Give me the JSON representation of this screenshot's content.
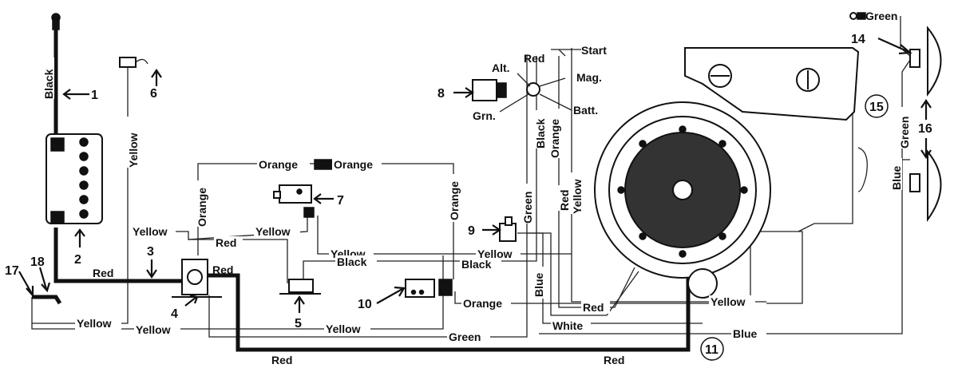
{
  "wire_labels": {
    "black_battery": "Black",
    "yellow_6": "Yellow",
    "orange_left": "Orange",
    "orange_top_1": "Orange",
    "orange_top_2": "Orange",
    "orange_right": "Orange",
    "yellow_7_left": "Yellow",
    "yellow_7_right": "Yellow",
    "red_4_top": "Red",
    "red_4_right": "Red",
    "red_3": "Red",
    "yellow_9": "Yellow",
    "yellow_9_b": "Yellow",
    "black_5": "Black",
    "black_10": "Black",
    "yellow_18": "Yellow",
    "yellow_bottom_1": "Yellow",
    "yellow_bottom_2": "Yellow",
    "green_bottom": "Green",
    "red_bottom_left": "Red",
    "red_bottom_right": "Red",
    "orange_10": "Orange",
    "blue_9": "Blue",
    "white_9": "White",
    "red_engine": "Red",
    "yellow_engine": "Yellow",
    "blue_bottom": "Blue",
    "green_8": "Green",
    "black_8": "Black",
    "orange_8": "Orange",
    "red_8": "Red",
    "yellow_8": "Yellow",
    "blue_lights": "Blue",
    "green_lights": "Green",
    "green_top": "Green"
  },
  "switch_labels": {
    "red": "Red",
    "start": "Start",
    "alt": "Alt.",
    "mag": "Mag.",
    "grn": "Grn.",
    "batt": "Batt."
  },
  "callouts": {
    "c1": "1",
    "c2": "2",
    "c3": "3",
    "c4": "4",
    "c5": "5",
    "c6": "6",
    "c7": "7",
    "c8": "8",
    "c9": "9",
    "c10": "10",
    "c11": "11",
    "c14": "14",
    "c15": "15",
    "c16": "16",
    "c17": "17",
    "c18": "18"
  }
}
